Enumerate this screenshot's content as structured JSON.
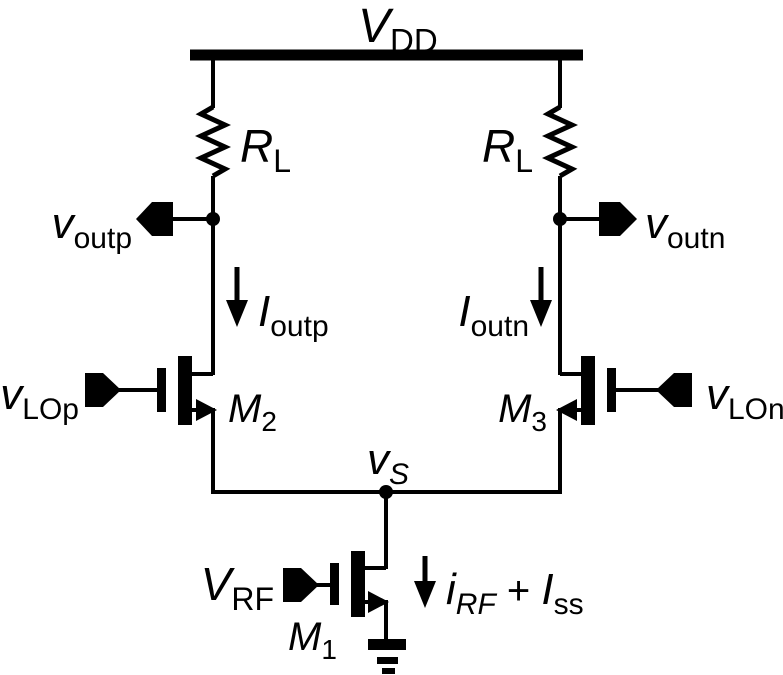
{
  "colors": {
    "ink": "#000000",
    "background": "#ffffff"
  },
  "icons": {
    "port_tag": "filled-pentagon-connector",
    "current_arrow": "down-arrow",
    "ground": "earth-ground-symbol",
    "node": "filled-junction-dot"
  },
  "labels": {
    "vdd": {
      "main": "V",
      "sub": "DD"
    },
    "rl_left": {
      "main": "R",
      "sub": "L"
    },
    "rl_right": {
      "main": "R",
      "sub": "L"
    },
    "voutp": {
      "main": "v",
      "sub": "outp"
    },
    "voutn": {
      "main": "v",
      "sub": "outn"
    },
    "ioutp": {
      "main": "I",
      "sub": "outp"
    },
    "ioutn": {
      "main": "I",
      "sub": "outn"
    },
    "vlop": {
      "main": "v",
      "sub": "LOp"
    },
    "vlon": {
      "main": "v",
      "sub": "LOn"
    },
    "m2": {
      "main": "M",
      "sub": "2"
    },
    "m3": {
      "main": "M",
      "sub": "3"
    },
    "vs": {
      "main": "v",
      "sub": "S"
    },
    "vrf": {
      "main": "V",
      "sub": "RF"
    },
    "m1": {
      "main": "M",
      "sub": "1"
    },
    "tail_current": {
      "i_main": "i",
      "i_sub": "RF",
      "plus": " + ",
      "iss_main": "I",
      "iss_sub": "ss"
    }
  }
}
